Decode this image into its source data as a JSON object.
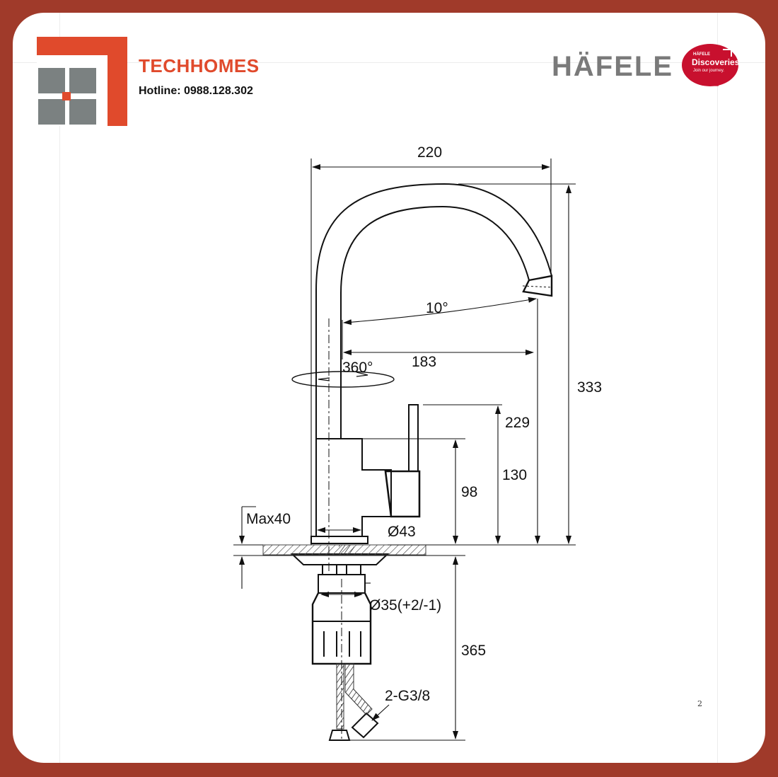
{
  "brand": {
    "name": "TECHHOMES",
    "hotline": "Hotline: 0988.128.302",
    "accent": "#e04a2c",
    "logo_grey": "#7b8181",
    "frame_color": "#a03a2a"
  },
  "partner": {
    "name": "HÄFELE",
    "badge_small": "HÄFELE",
    "badge_main": "Discoveries",
    "badge_sub": "Join our journey.",
    "badge_color": "#c8102e"
  },
  "dimensions": {
    "width": "220",
    "height_total": "333",
    "reach": "183",
    "swivel_angle": "10°",
    "rotation": "360°",
    "handle_height": "229",
    "lever_height": "130",
    "body_height": "98",
    "max_counter": "Max40",
    "base_diameter": "Ø43",
    "hole_diameter": "Ø35(+2/-1)",
    "hose_length": "365",
    "connection": "2-G3/8"
  },
  "page_number": "2"
}
